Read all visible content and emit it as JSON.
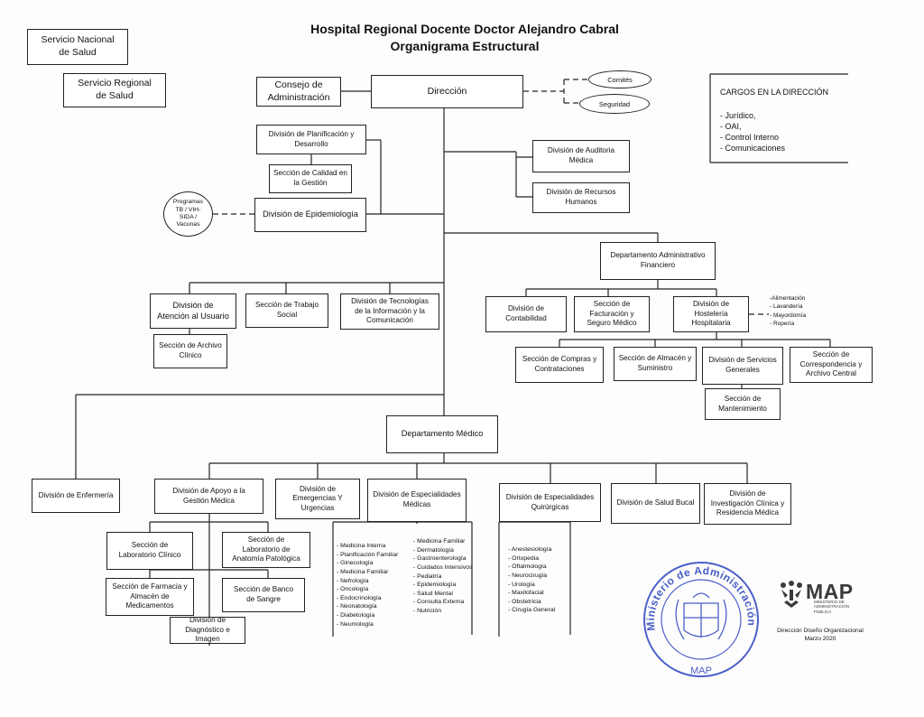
{
  "header": {
    "title1": "Hospital Regional Docente Doctor Alejandro Cabral",
    "title2": "Organigrama Estructural"
  },
  "external": {
    "snsl1": "Servicio Nacional",
    "snsl2": "de Salud",
    "srsl1": "Servicio Regional",
    "srsl2": "de Salud"
  },
  "top": {
    "consejo1": "Consejo de",
    "consejo2": "Administración",
    "direccion": "Dirección",
    "comites": "Comités",
    "seguridad": "Seguridad"
  },
  "cargos": {
    "title": "CARGOS EN LA DIRECCIÓN",
    "items": [
      "- Jurídico,",
      "- OAI,",
      "- Control Interno",
      "- Comunicaciones"
    ]
  },
  "staff": {
    "planif1": "División de Planificación y",
    "planif2": "Desarrollo",
    "calidad1": "Sección de Calidad en",
    "calidad2": "la Gestión",
    "epidem": "División de Epidemiología",
    "prog1": "Programas",
    "prog2": "TB / VIH-",
    "prog3": "SIDA /",
    "prog4": "Vacunas",
    "audit1": "División de Auditoria",
    "audit2": "Médica",
    "rrhh1": "División de Recursos",
    "rrhh2": "Humanos"
  },
  "admin": {
    "depto1": "Departamento Administrativo",
    "depto2": "Financiero",
    "conta1": "División de",
    "conta2": "Contabilidad",
    "fact1": "Sección de",
    "fact2": "Facturación y",
    "fact3": "Seguro Médico",
    "host1": "División de",
    "host2": "Hostelería",
    "host3": "Hospitalaria",
    "host_items": [
      "-Alimentación",
      "- Lavandería",
      "- Mayordomía",
      "- Ropería"
    ],
    "compras1": "Sección de Compras y",
    "compras2": "Contrataciones",
    "almacen1": "Sección de Almacén y",
    "almacen2": "Suministro",
    "servgen1": "División de Servicios",
    "servgen2": "Generales",
    "corresp1": "Sección de",
    "corresp2": "Correspondencia y",
    "corresp3": "Archivo Central",
    "mant1": "Sección de",
    "mant2": "Mantenimiento"
  },
  "mid": {
    "atencion1": "División de",
    "atencion2": "Atención al Usuario",
    "trabajo1": "Sección de Trabajo",
    "trabajo2": "Social",
    "tic1": "División de Tecnologías",
    "tic2": "de la Información y la",
    "tic3": "Comunicación",
    "archivo1": "Sección de Archivo",
    "archivo2": "Clínico"
  },
  "medico": {
    "depto": "Departamento Médico",
    "enfermeria": "División de Enfermería",
    "apoyo1": "División de Apoyo a la",
    "apoyo2": "Gestión Médica",
    "emerg1": "División de",
    "emerg2": "Emergencias Y",
    "emerg3": "Urgencias",
    "espmed1": "División de Especialidades",
    "espmed2": "Médicas",
    "espq1": "División de Especialidades",
    "espq2": "Quirúrgicas",
    "bucal": "División de Salud Bucal",
    "invest1": "División de",
    "invest2": "Investigación Clínica y",
    "invest3": "Residencia Médica",
    "labclin1": "Sección de",
    "labclin2": "Laboratorio Clínico",
    "labpat1": "Sección de",
    "labpat2": "Laboratorio de",
    "labpat3": "Anatomía Patológica",
    "farm1": "Sección de Farmacia y",
    "farm2": "Almacén de",
    "farm3": "Medicamentos",
    "banco1": "Sección de Banco",
    "banco2": "de Sangre",
    "diag1": "División de",
    "diag2": "Diagnóstico e",
    "diag3": "Imagen",
    "espmed_col1": [
      "- Medicina Interna",
      "- Planificación Familiar",
      "- Ginecología",
      "- Medicina Familiar",
      "- Nefrología",
      "- Oncología",
      "- Endocrinología",
      "- Neonatología",
      "- Diabetología",
      "- Neumología"
    ],
    "espmed_col2": [
      "- Medicina Familiar",
      "- Dermatología",
      "- Gastroenterología",
      "- Cuidados Intensivos",
      "- Pediatría",
      "- Epidemiología",
      "- Salud Mental",
      "- Consulta Externa",
      "- Nutrición"
    ],
    "espq_items": [
      "- Anestesiología",
      "- Ortopedia",
      "- Oftalmología",
      "- Neurocirugía",
      "- Urología",
      "- Maxilofacial",
      "- Obstetricia",
      "- Cirugía General"
    ]
  },
  "footer": {
    "seal_text": "Ministerio de Administración Pública",
    "seal_label": "MAP",
    "map_logo": "MAP",
    "map_sub1": "MINISTERIO DE",
    "map_sub2": "ADMINISTRACIÓN",
    "map_sub3": "PÚBLICA",
    "dir1": "Dirección Diseño Organizacional",
    "dir2": "Marzo 2020"
  },
  "colors": {
    "ink": "#222222",
    "seal": "#4a5fc8",
    "logo": "#3a3a3a"
  }
}
